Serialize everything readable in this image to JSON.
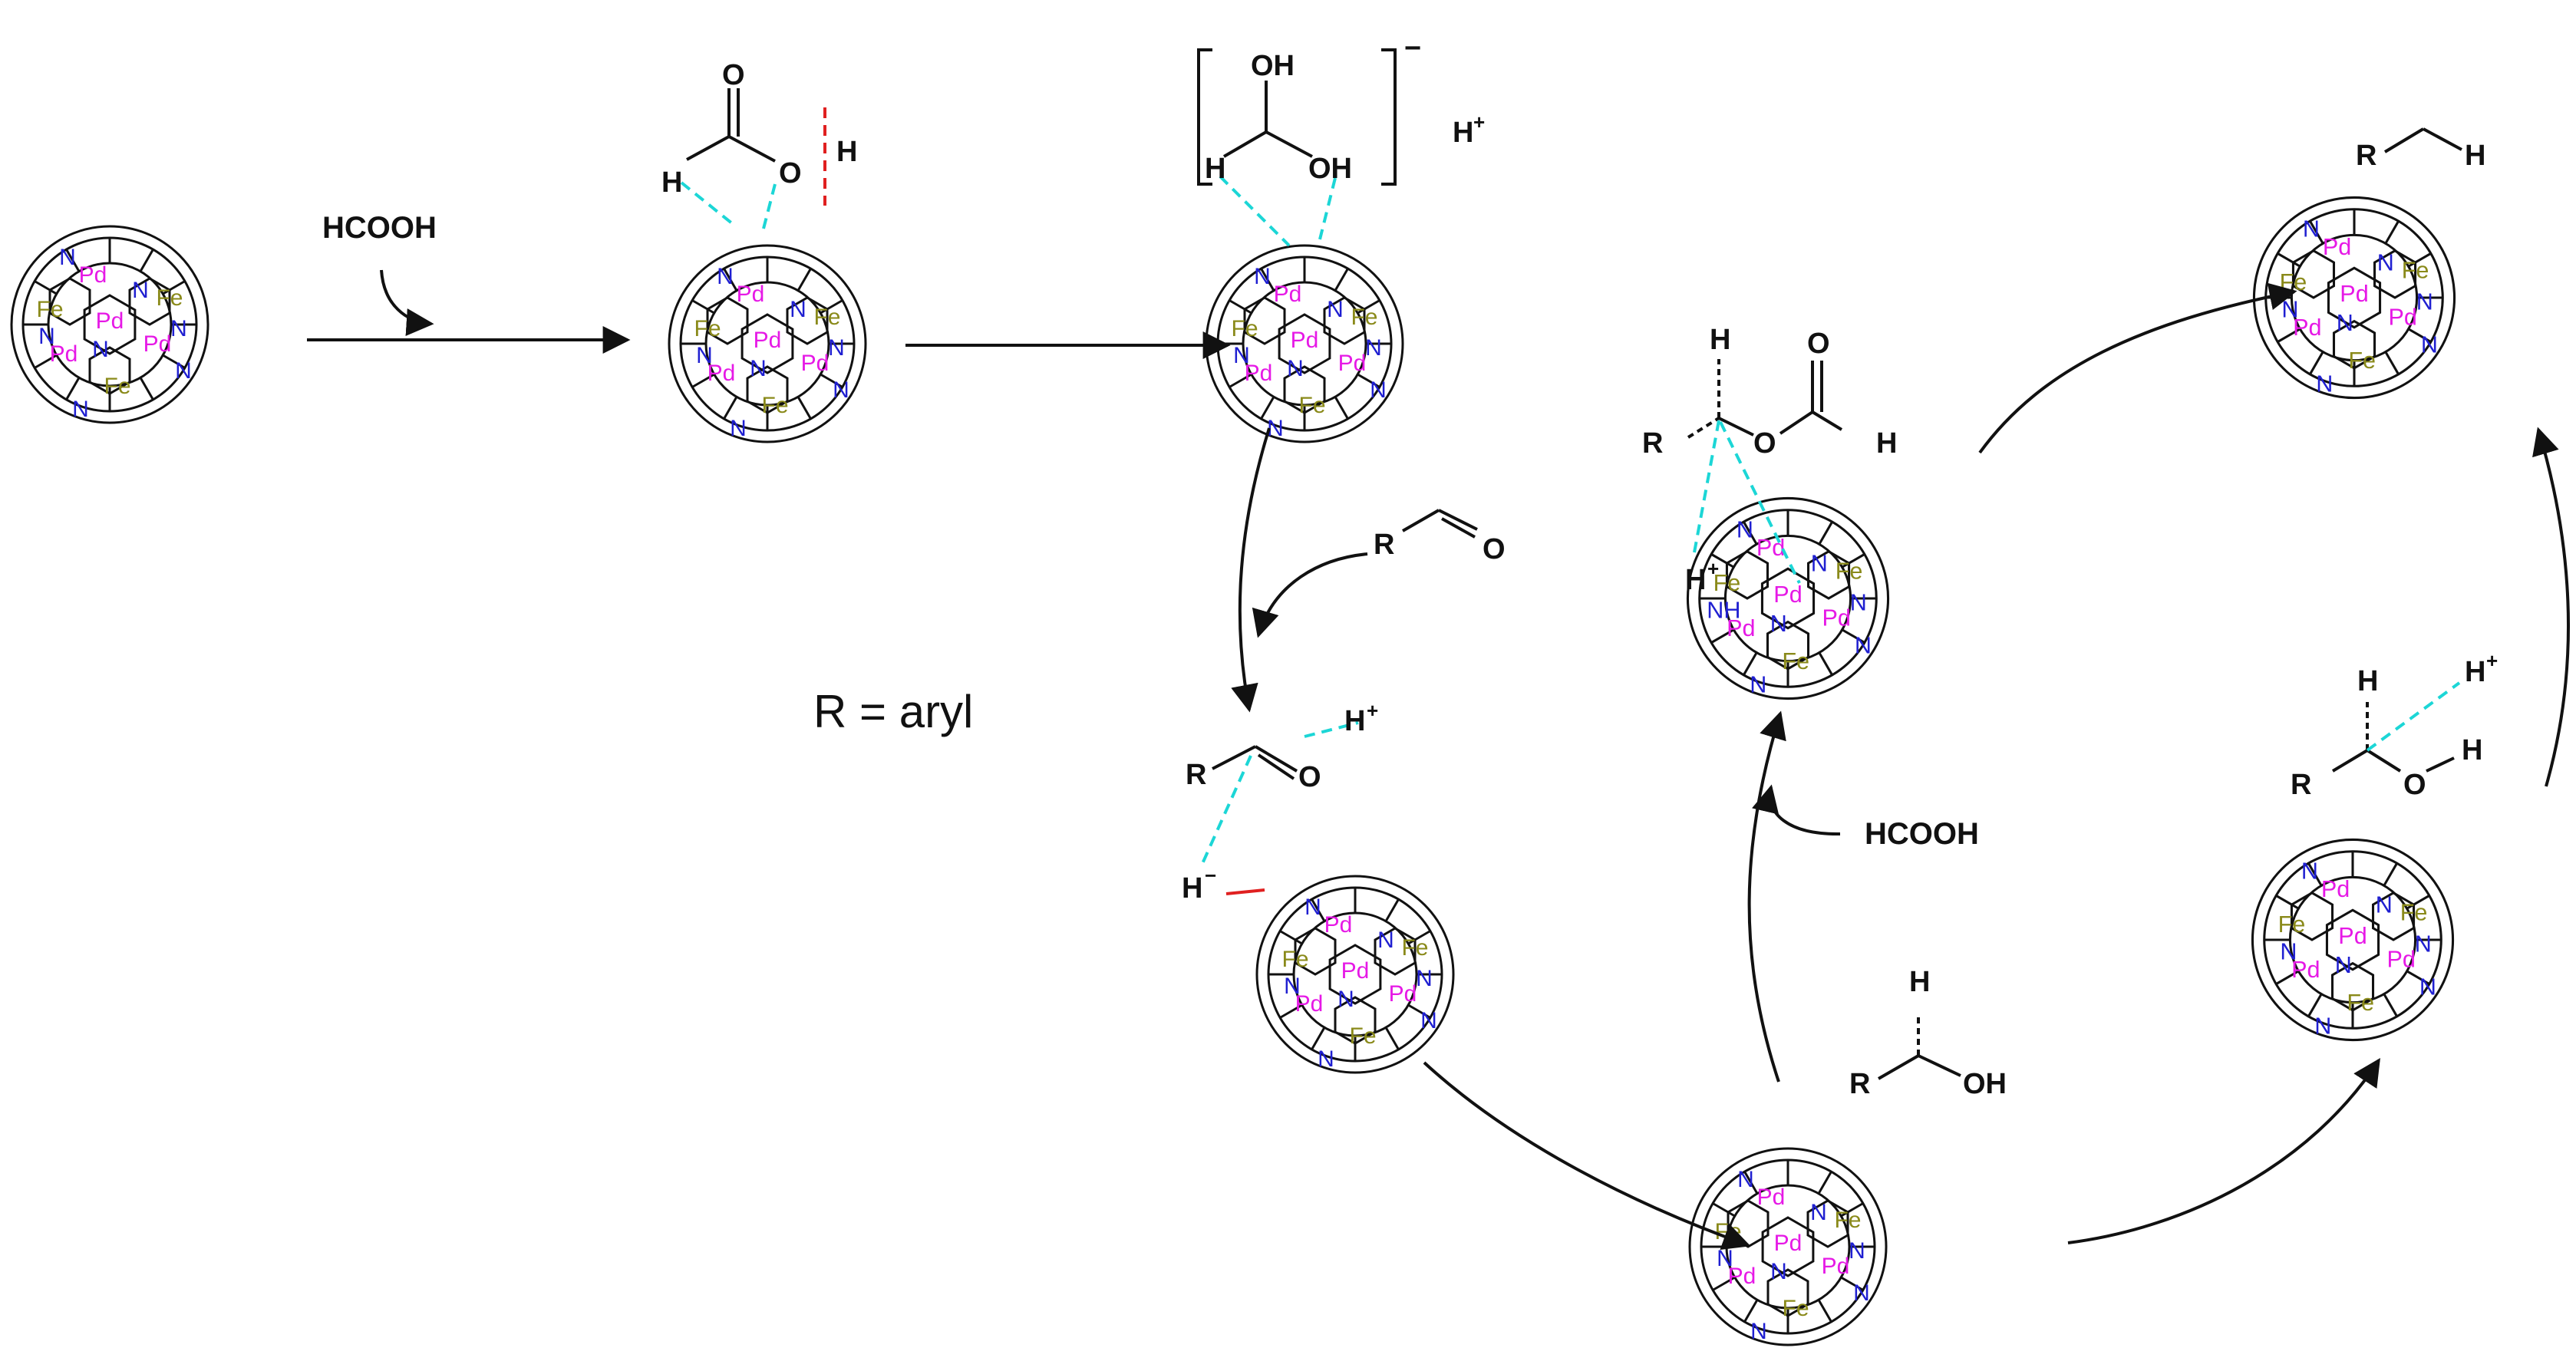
{
  "note_r": "R = aryl",
  "reagents": {
    "formic_1": "HCOOH",
    "formic_2": "HCOOH"
  },
  "atoms": {
    "H": "H",
    "O": "O",
    "R": "R",
    "OH": "OH",
    "Hplus": "H",
    "Hminus": "H",
    "plus": "+",
    "minus": "−"
  },
  "cage": {
    "metal_pd": "Pd",
    "metal_fe": "Fe",
    "nitrogen": "N",
    "nh": "NH"
  },
  "colors": {
    "pd": "#e619e6",
    "fe": "#8a8a1a",
    "n": "#1f1fd1",
    "hbond": "#1cd6d6",
    "cleave": "#e02020",
    "line": "#111111"
  }
}
